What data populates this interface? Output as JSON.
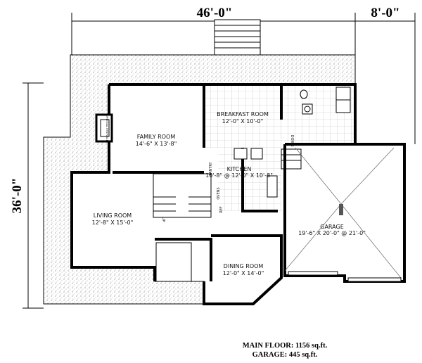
{
  "dimensions": {
    "width_main": "46'-0\"",
    "width_garage": "8'-0\"",
    "depth": "36'-0\""
  },
  "rooms": {
    "family": {
      "name": "FAMILY ROOM",
      "size": "14'-6\" X 13'-8\""
    },
    "breakfast": {
      "name": "BREAKFAST ROOM",
      "size": "12'-0\" X 10'-0\""
    },
    "kitchen": {
      "name": "KITCHEN",
      "size": "10'-8\" @ 12'-0\" X 10'-8\""
    },
    "living": {
      "name": "LIVING ROOM",
      "size": "12'-8\" X 15'-0\""
    },
    "dining": {
      "name": "DINING ROOM",
      "size": "12'-0\" X 14'-0\""
    },
    "garage": {
      "name": "GARAGE",
      "size": "19'-6\" X 20'-0\" @ 21'-0\""
    }
  },
  "small_labels": {
    "pantry": "PANTRY",
    "ovens": "OVENS",
    "ref": "REF",
    "down": "DOWN",
    "up": "UP",
    "fireplace": "OPTIONAL FIREPLACE"
  },
  "areas": {
    "main_floor": "MAIN FLOOR: 1156 sq.ft.",
    "garage": "GARAGE: 445 sq.ft."
  }
}
